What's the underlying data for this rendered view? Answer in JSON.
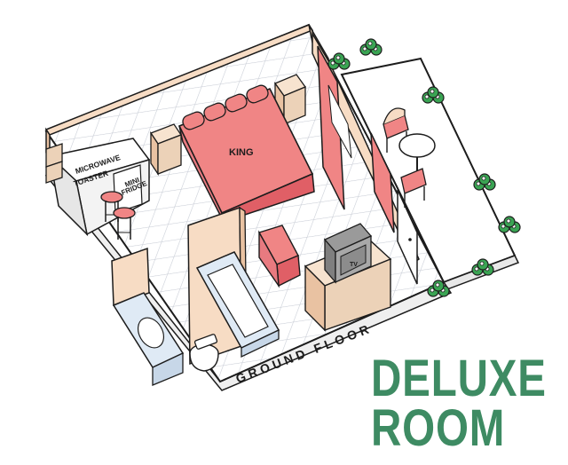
{
  "floor_label": "GROUND FLOOR",
  "room_title": {
    "line1": "DELUXE",
    "line2": "ROOM"
  },
  "labels": {
    "bed": "KING",
    "microwave": "MICROWAVE",
    "toaster": "TOASTER",
    "fridge_line1": "MINI",
    "fridge_line2": "FRIDGE",
    "tv": "TV"
  },
  "icons": {
    "bushes": "shrub-icon",
    "bed": "bed-icon",
    "tv": "television-icon",
    "toilet": "toilet-icon",
    "bathtub": "bathtub-icon"
  },
  "colors": {
    "title": "#3e8b63",
    "wall": "#f7dcc4",
    "wall_dark": "#e9c2a2",
    "floor": "#ffffff",
    "tile_line": "#c9cdd6",
    "bed": "#f08585",
    "bed_dark": "#e05f66",
    "furniture": "#ecd2b8",
    "fixture_blue": "#dfeaf5",
    "bush": "#3aa453",
    "outline": "#1c1c1c"
  }
}
